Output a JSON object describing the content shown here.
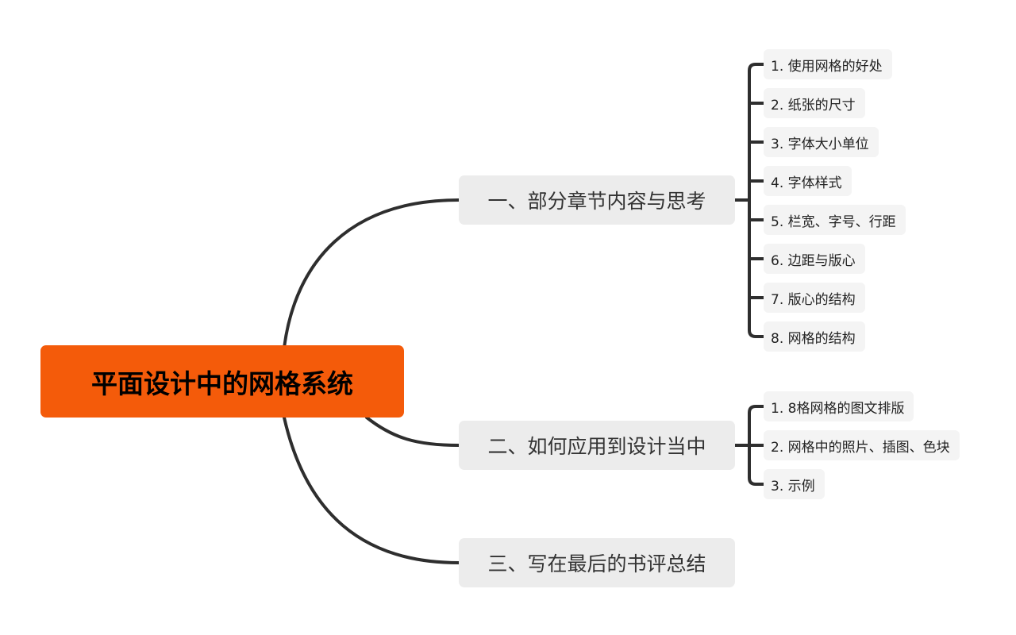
{
  "root": {
    "label": "平面设计中的网格系统",
    "color": "#f45b0a"
  },
  "branches": [
    {
      "label": "一、部分章节内容与思考",
      "children": [
        "1. 使用网格的好处",
        "2. 纸张的尺寸",
        "3. 字体大小单位",
        "4. 字体样式",
        "5. 栏宽、字号、行距",
        "6. 边距与版心",
        "7. 版心的结构",
        "8. 网格的结构"
      ]
    },
    {
      "label": "二、如何应用到设计当中",
      "children": [
        "1. 8格网格的图文排版",
        "2. 网格中的照片、插图、色块",
        "3. 示例"
      ]
    },
    {
      "label": "三、写在最后的书评总结",
      "children": []
    }
  ]
}
